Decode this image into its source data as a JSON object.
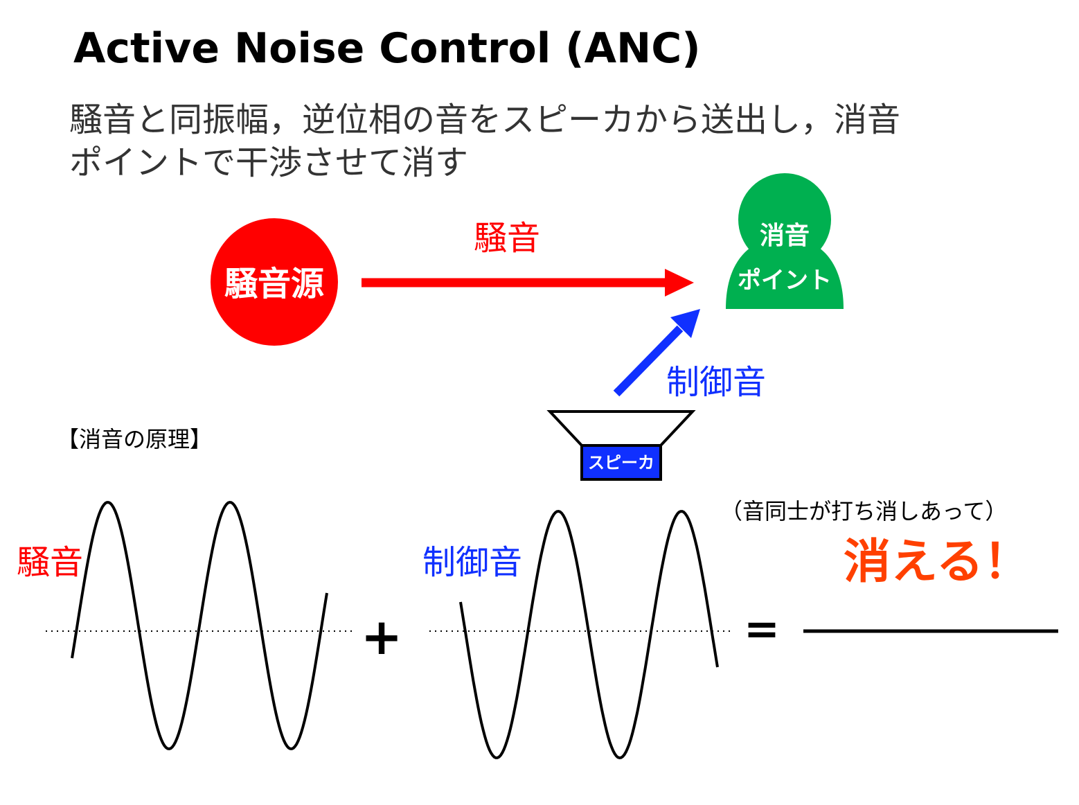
{
  "title": "Active Noise Control (ANC)",
  "subtitle": {
    "line1": "騒音と同振幅，逆位相の音をスピーカから送出し，消音",
    "line2": "ポイントで干渉させて消す"
  },
  "noise_source": {
    "label": "騒音源",
    "color": "#ff0000"
  },
  "noise_arrow": {
    "label": "騒音",
    "color": "#ff0000"
  },
  "cancel_point": {
    "label_top": "消音",
    "label_bottom": "ポイント",
    "color": "#00b050"
  },
  "control_arrow": {
    "label": "制御音",
    "color": "#1030ff"
  },
  "speaker": {
    "label": "スピーカ",
    "color": "#1030ff"
  },
  "principle": {
    "heading": "【消音の原理】",
    "noise_label": "騒音",
    "control_label": "制御音",
    "plus": "+",
    "equals": "=",
    "mutual_cancel": "（音同士が打ち消しあって）",
    "result": "消える！",
    "result_color": "#ff4000"
  },
  "colors": {
    "text": "#000000",
    "subtitle_text": "#333333",
    "noise": "#ff0000",
    "control": "#1030ff",
    "point": "#00b050"
  }
}
